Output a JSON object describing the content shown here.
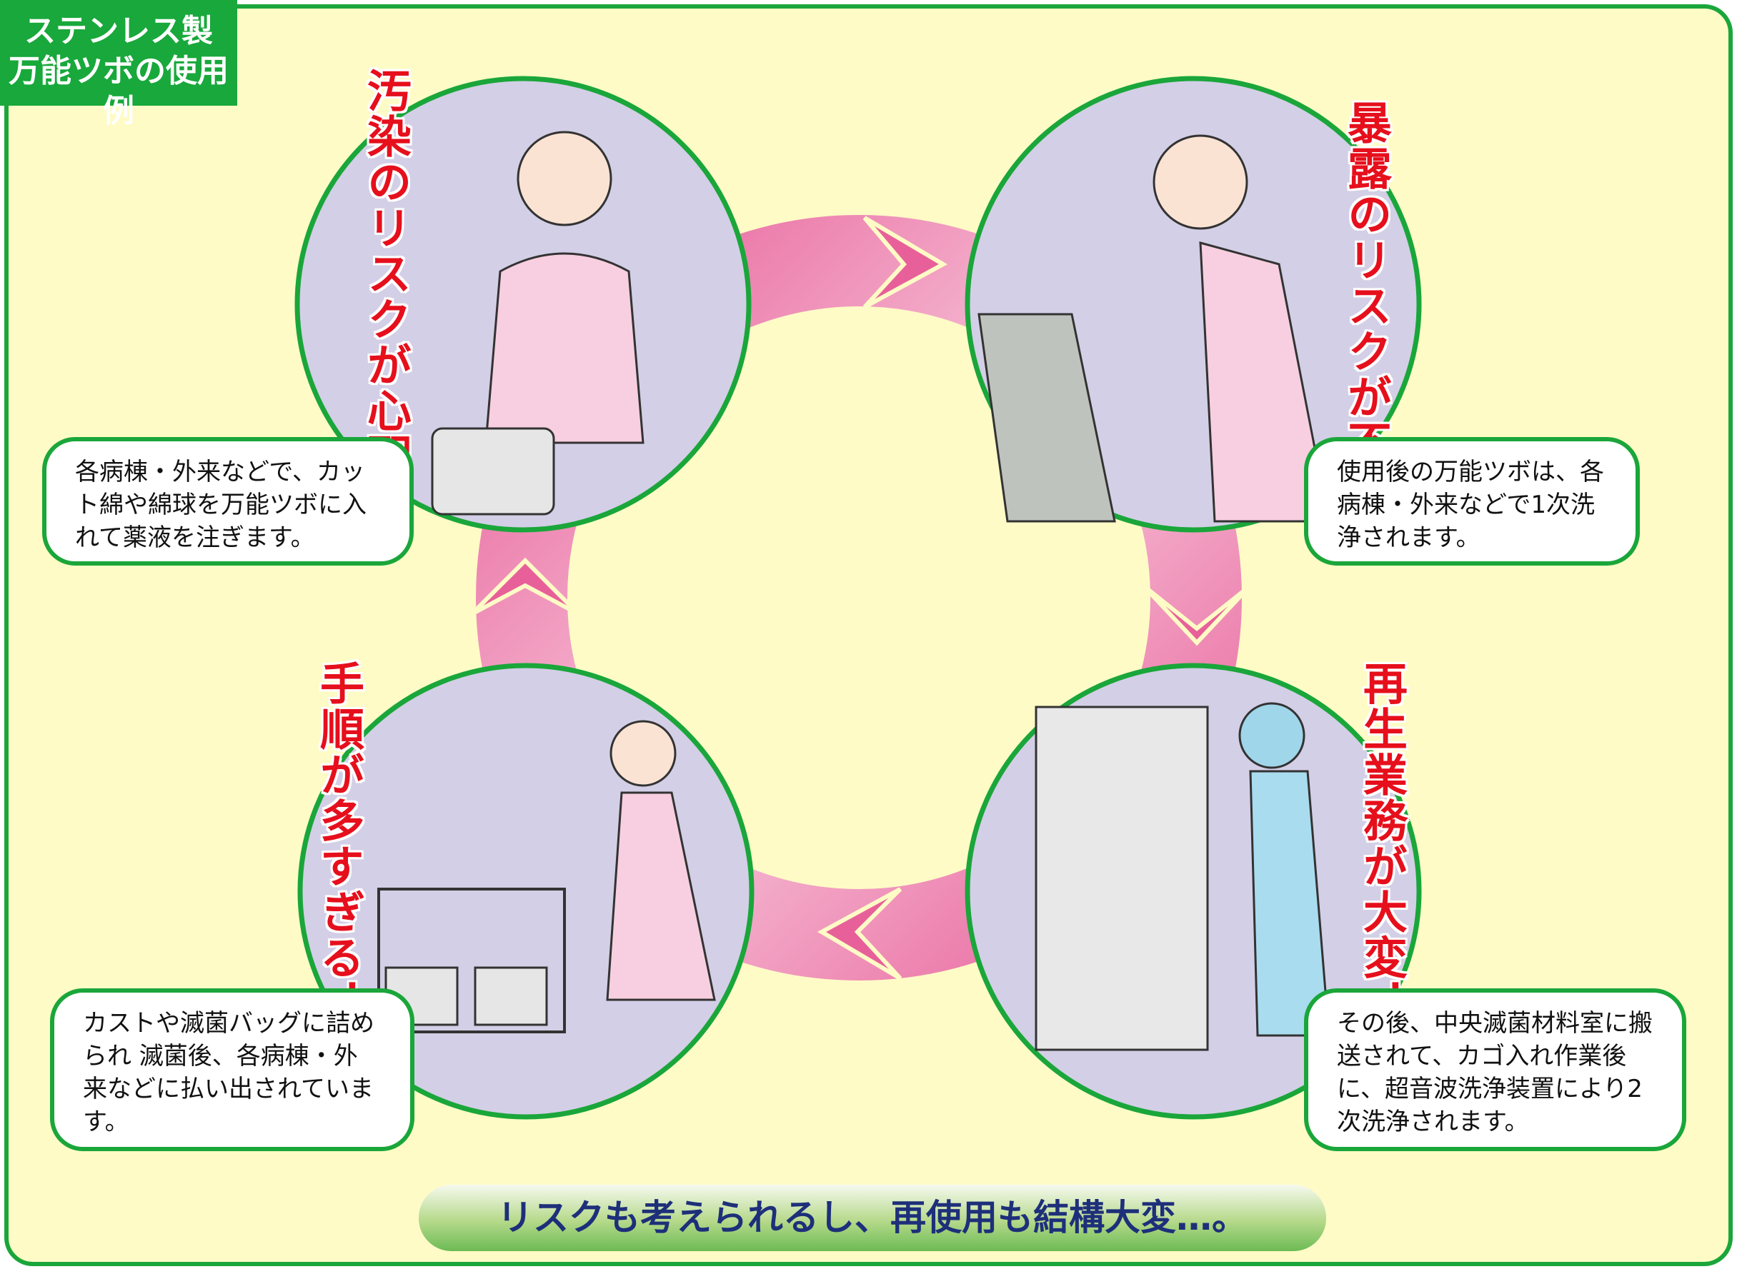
{
  "tag": {
    "line1": "ステンレス製",
    "line2": "万能ツボの使用例"
  },
  "steps": [
    {
      "heading": "汚染のリスクが心配",
      "description": "各病棟・外来などで、カット綿や綿球を万能ツボに入れて薬液を注ぎます。"
    },
    {
      "heading": "暴露のリスクが不安",
      "description": "使用後の万能ツボは、各病棟・外来などで1次洗浄されます。"
    },
    {
      "heading": "再生業務が大変！",
      "description": "その後、中央滅菌材料室に搬送されて、カゴ入れ作業後に、超音波洗浄装置により2次洗浄されます。"
    },
    {
      "heading": "手順が多すぎる！",
      "description": "カストや滅菌バッグに詰められ 滅菌後、各病棟・外来などに払い出されています。"
    }
  ],
  "banner": "リスクも考えられるし、再使用も結構大変…。",
  "colors": {
    "green": "#1aa63a",
    "background": "#fefbc6",
    "red": "#e60f1c",
    "pink": "#e8609a",
    "circle": "#d3cfe6",
    "navy": "#1e2f7a"
  }
}
